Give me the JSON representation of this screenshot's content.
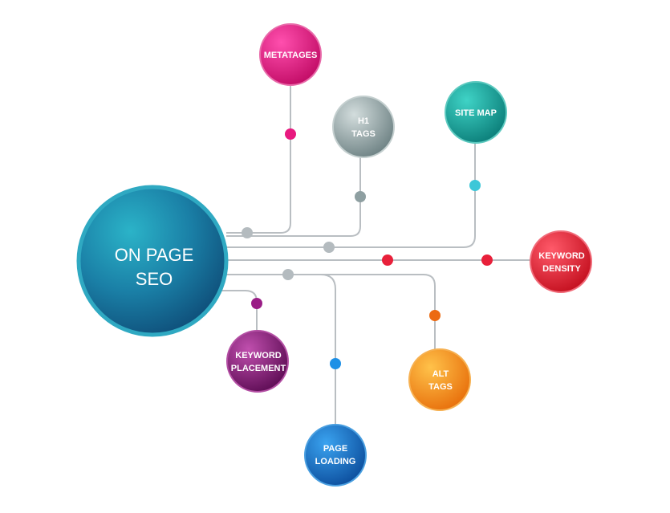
{
  "center": {
    "label_line1": "ON PAGE",
    "label_line2": "SEO",
    "color": "#1f6f9a"
  },
  "nodes": {
    "metatags": {
      "label": "METATAGES",
      "color": "#e8197f"
    },
    "h1_tags": {
      "label_line1": "H1",
      "label_line2": "TAGS",
      "color": "#8e9fa1"
    },
    "site_map": {
      "label": "SITE MAP",
      "color": "#11a59c"
    },
    "keyword_density": {
      "label_line1": "KEYWORD",
      "label_line2": "DENSITY",
      "color": "#e8203a"
    },
    "alt_tags": {
      "label_line1": "ALT",
      "label_line2": "TAGS",
      "color": "#f5871f"
    },
    "page_loading": {
      "label_line1": "PAGE",
      "label_line2": "LOADING",
      "color": "#1c6fc4"
    },
    "keyword_placement": {
      "label_line1": "KEYWORD",
      "label_line2": "PLACEMENT",
      "color": "#8c1a7a"
    }
  }
}
